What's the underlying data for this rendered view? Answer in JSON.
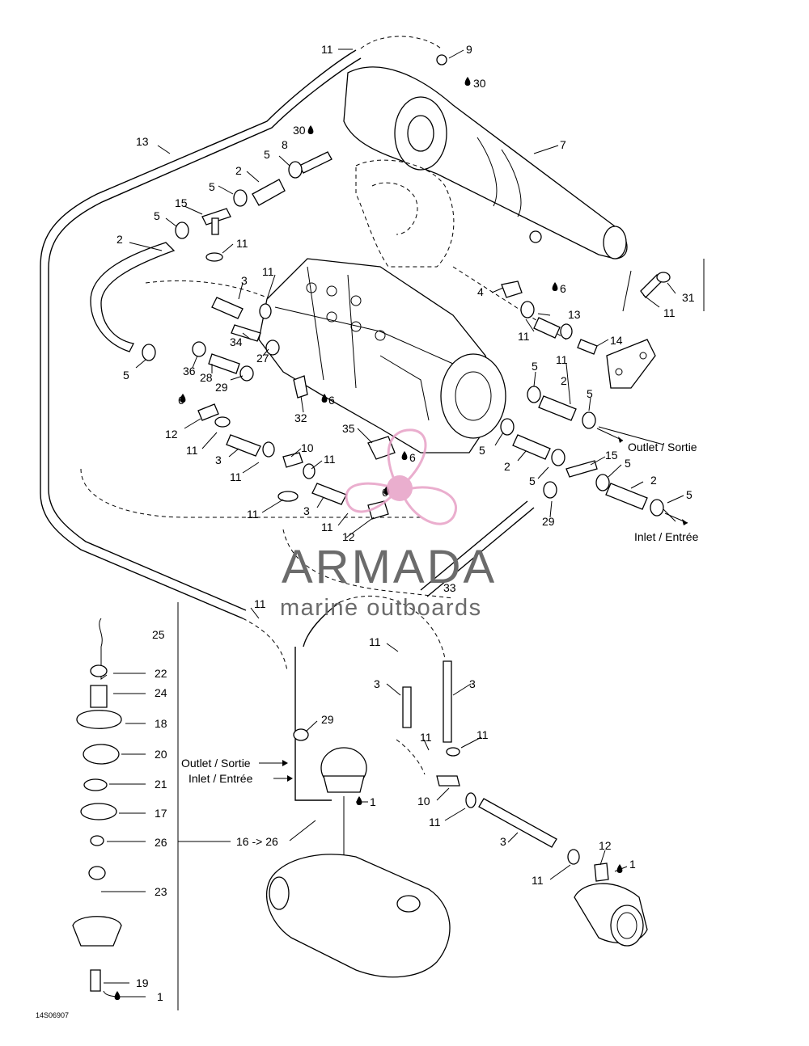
{
  "diagram": {
    "code": "14S06907",
    "callouts": {
      "c11a": "11",
      "c9": "9",
      "c30a": "30",
      "c13a": "13",
      "c7": "7",
      "c30b": "30",
      "c8": "8",
      "c5a": "5",
      "c2a": "2",
      "c5b": "5",
      "c15a": "15",
      "c5c": "5",
      "c2b": "2",
      "c11b": "11",
      "c11c": "11",
      "c3a": "3",
      "c4": "4",
      "c6a": "6",
      "c13b": "13",
      "c31": "31",
      "c11d": "11",
      "c11e": "11",
      "c34": "34",
      "c27": "27",
      "c14": "14",
      "c11f": "11",
      "c5d": "5",
      "c36": "36",
      "c28": "28",
      "c29a": "29",
      "c6b": "6",
      "c32": "32",
      "c6c": "6",
      "c5e": "5",
      "c2c": "2",
      "c5f": "5",
      "c12a": "12",
      "c11g": "11",
      "c3b": "3",
      "c35": "35",
      "c10a": "10",
      "c11h": "11",
      "c6d": "6",
      "c5g": "5",
      "c2d": "2",
      "c15b": "15",
      "c5h": "5",
      "c5i": "5",
      "c2e": "2",
      "c5j": "5",
      "c11i": "11",
      "c11j": "11",
      "c3c": "3",
      "c6e": "6",
      "c11k": "11",
      "c12b": "12",
      "c29b": "29",
      "c33": "33",
      "c11l": "11",
      "c11m": "11",
      "c3d": "3",
      "c3e": "3",
      "c29c": "29",
      "c11n": "11",
      "c11o": "11",
      "c10b": "10",
      "c11p": "11",
      "c1a": "1",
      "c3f": "3",
      "c12c": "12",
      "c11q": "11",
      "c1b": "1",
      "c25": "25",
      "c22": "22",
      "c24": "24",
      "c18": "18",
      "c20": "20",
      "c21": "21",
      "c17": "17",
      "c26": "26",
      "c23": "23",
      "c19": "19",
      "c1c": "1",
      "c16": "16 -> 26"
    },
    "notes": {
      "outlet_right": "Outlet / Sortie",
      "inlet_right": "Inlet / Entrée",
      "outlet_left": "Outlet / Sortie",
      "inlet_left": "Inlet / Entrée"
    }
  },
  "watermark": {
    "name": "ARMADA",
    "subtitle": "marine outboards",
    "accent": "#e7a0c6",
    "text_color": "#6b6b6b"
  }
}
